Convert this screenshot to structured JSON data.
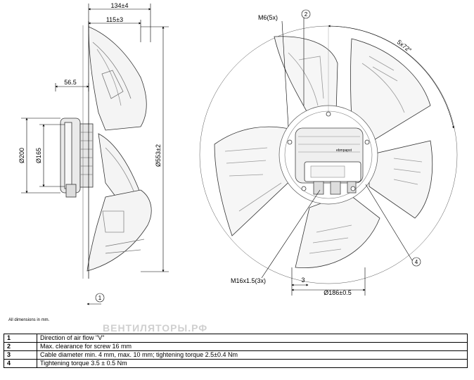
{
  "dimensions": {
    "d134": "134±4",
    "d115": "115±3",
    "d56": "56.5",
    "d200": "Ø200",
    "d165": "Ø165",
    "d553": "Ø553±2",
    "m6": "M6(5x)",
    "angle": "5x72°",
    "m16": "M16x1.5(3x)",
    "d3": "3",
    "d186": "Ø186±0.5"
  },
  "callouts": {
    "c1": "1",
    "c2": "2",
    "c4": "4"
  },
  "brand": "ebmpapst",
  "note": "All dimensions in mm.",
  "watermark": "ВЕНТИЛЯТОРЫ.РФ",
  "legend": [
    {
      "num": "1",
      "text": "Direction of air flow \"V\""
    },
    {
      "num": "2",
      "text": "Max. clearance for screw 16 mm"
    },
    {
      "num": "3",
      "text": "Cable diameter min. 4 mm, max. 10 mm; tightening torque 2.5±0.4 Nm"
    },
    {
      "num": "4",
      "text": "Tightening torque 3.5 ± 0.5 Nm"
    }
  ]
}
